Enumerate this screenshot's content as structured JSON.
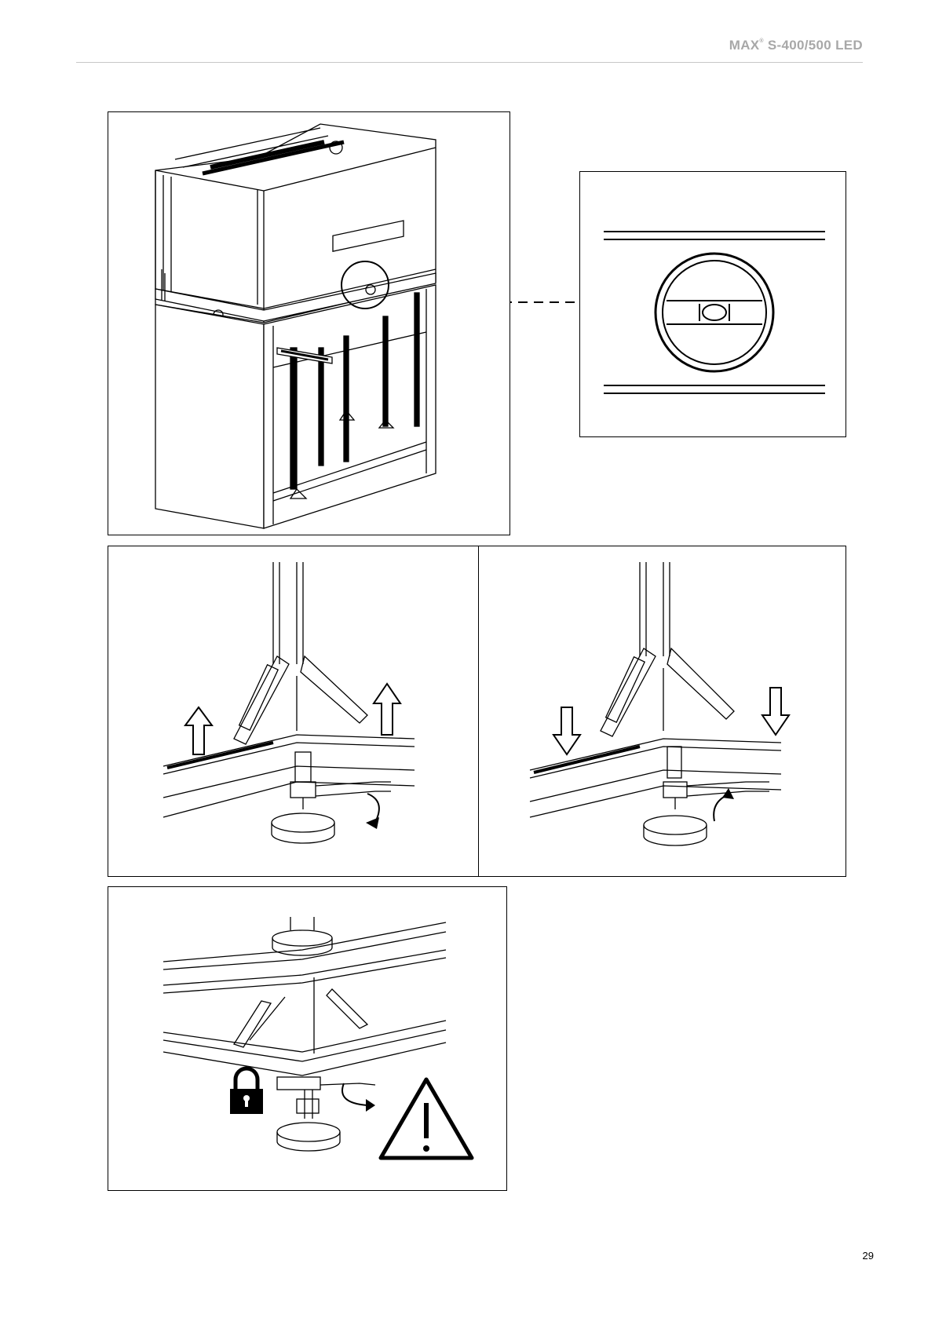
{
  "header": {
    "title_prefix": "MAX",
    "title_mark": "®",
    "title_suffix": " S-400/500 LED"
  },
  "figures": {
    "cabinet": {
      "icon": "cabinet-leveling-illustration"
    },
    "level_detail": {
      "icon": "spirit-level-bubble-icon"
    },
    "foot_raise": {
      "icon": "arrow-up-icon"
    },
    "foot_lower": {
      "icon": "arrow-down-icon"
    },
    "foot_lock": {
      "icons": [
        "padlock-icon",
        "warning-triangle-icon",
        "rotate-arrow-icon"
      ]
    }
  },
  "footer": {
    "page_number": "29"
  }
}
